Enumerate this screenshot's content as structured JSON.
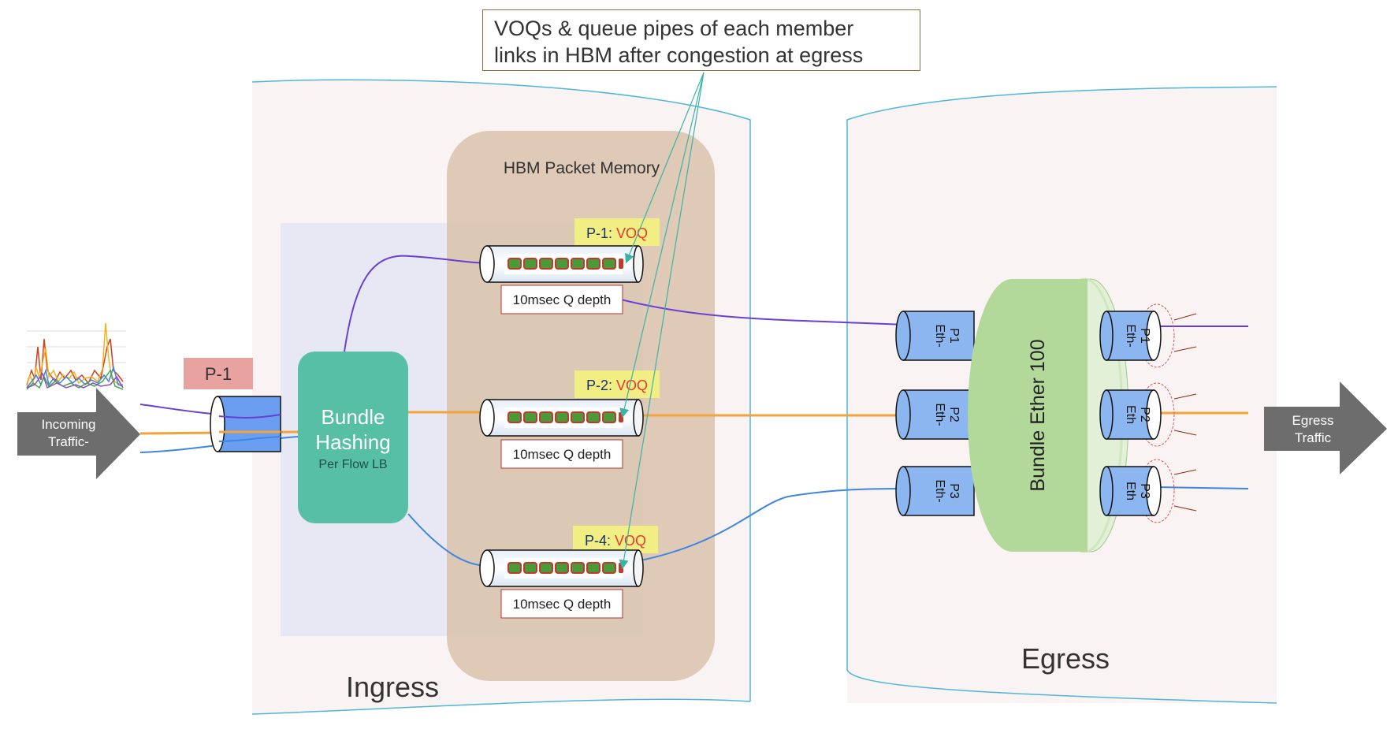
{
  "callout": {
    "line1": "VOQs & queue pipes of each member",
    "line2": "links in HBM after congestion at egress"
  },
  "ingress": {
    "label": "Ingress"
  },
  "egress": {
    "label": "Egress"
  },
  "hbm": {
    "label": "HBM Packet Memory"
  },
  "bundle_hashing": {
    "line1": "Bundle",
    "line2": "Hashing",
    "line3": "Per Flow LB"
  },
  "input_port": {
    "label": "P-1"
  },
  "incoming": {
    "line1": "Incoming",
    "line2": "Traffic-"
  },
  "egress_arrow": {
    "line1": "Egress",
    "line2": "Traffic"
  },
  "voqs": [
    {
      "port": "P-1",
      "sep": ": ",
      "kind": "VOQ",
      "depth": "10msec Q depth"
    },
    {
      "port": "P-2",
      "sep": ": ",
      "kind": "VOQ",
      "depth": "10msec Q depth"
    },
    {
      "port": "P-4",
      "sep": ": ",
      "kind": "VOQ",
      "depth": "10msec Q depth"
    }
  ],
  "bundle_ether": {
    "label": "Bundle Ether 100"
  },
  "members_left": [
    {
      "line1": "Eth-",
      "line2": "P1"
    },
    {
      "line1": "Eth-",
      "line2": "P2"
    },
    {
      "line1": "Eth-",
      "line2": "P3"
    }
  ],
  "members_right": [
    {
      "line1": "Eth-",
      "line2": "P1"
    },
    {
      "line1": "Eth",
      "line2": "P2"
    },
    {
      "line1": "Eth",
      "line2": "P3"
    }
  ],
  "colors": {
    "flow1": "#6a3fd6",
    "flow2": "#f2a43a",
    "flow3": "#3f86e0",
    "hbm_fill": "#d9c4ad",
    "bundle_hash": "#56bfa6",
    "bundle_ether": "#b3d99a",
    "port_blue": "#8cb6f0",
    "voq_tag": "#f1ee84",
    "voq_red": "#e53935",
    "packet_green": "#4a9a3a",
    "packet_red": "#c0392b"
  }
}
